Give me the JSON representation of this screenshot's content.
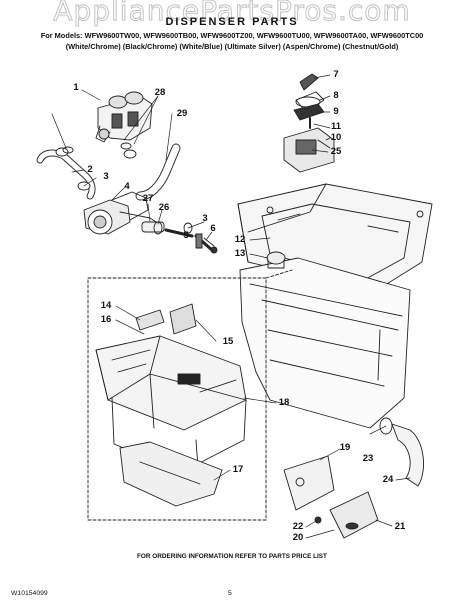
{
  "watermark": "AppliancePartsPros.com",
  "header": {
    "title": "DISPENSER PARTS",
    "models_line": "For Models: WFW9600TW00, WFW9600TB00, WFW9600TZ00, WFW9600TU00, WFW9600TA00, WFW9600TC00",
    "colors_line": "(White/Chrome) (Black/Chrome)   (White/Blue)   (Ultimate Silver) (Aspen/Chrome) (Chestnut/Gold)"
  },
  "callouts": [
    "1",
    "28",
    "29",
    "2",
    "3",
    "4",
    "27",
    "26",
    "3",
    "5",
    "6",
    "7",
    "8",
    "9",
    "11",
    "10",
    "25",
    "12",
    "13",
    "14",
    "16",
    "15",
    "18",
    "19",
    "23",
    "24",
    "22",
    "20",
    "21",
    "17"
  ],
  "footer": {
    "ordering_note": "FOR ORDERING INFORMATION REFER TO PARTS PRICE LIST",
    "doc_number": "W10154099",
    "page_number": "5"
  }
}
